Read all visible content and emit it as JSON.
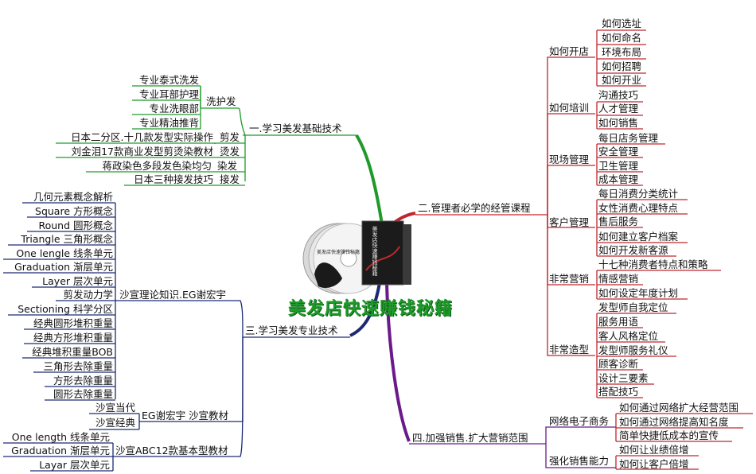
{
  "center": {
    "title": "美发店快速赚钱秘籍",
    "cover_text": "美发店快速赚钱秘籍"
  },
  "colors": {
    "green": "#1f9a2a",
    "red": "#c0262d",
    "navy": "#1c2a73",
    "purple": "#6a1a8a",
    "title": "#1e9a2a"
  },
  "branches": {
    "b1": {
      "label": "一.学习美发基础技术",
      "wash": {
        "label": "洗护发",
        "items": [
          "专业泰式洗发",
          "专业耳部护理",
          "专业洗眼部",
          "专业精油推背"
        ]
      },
      "cut": {
        "label": "剪发",
        "item": "日本二分区.十几款发型实际操作"
      },
      "perm": {
        "label": "烫发",
        "item": "刘金泪17款商业发型剪烫染教材"
      },
      "dye": {
        "label": "染发",
        "item": "蒋政染色多段发色染均匀"
      },
      "ext": {
        "label": "接发",
        "item": "日本三种接发技巧"
      }
    },
    "b2": {
      "label": "二.管理者必学的经管课程",
      "open_store": {
        "label": "如何开店",
        "items": [
          "如何选址",
          "如何命名",
          "环境布局",
          "如何招聘",
          "如何开业"
        ]
      },
      "training": {
        "label": "如何培训",
        "items": [
          "沟通技巧",
          "人才管理",
          "如何销售"
        ]
      },
      "onsite": {
        "label": "现场管理",
        "items": [
          "每日店务管理",
          "安全管理",
          "卫生管理",
          "成本管理"
        ]
      },
      "customer": {
        "label": "客户管理",
        "items": [
          "每日消费分类统计",
          "女性消费心理特点",
          "售后服务",
          "如何建立客户档案",
          "如何开发新客源"
        ]
      },
      "marketing": {
        "label": "非常营销",
        "items": [
          "十七种消费者特点和策略",
          "情感营销",
          "如何设定年度计划"
        ]
      },
      "styling": {
        "label": "非常造型",
        "items": [
          "发型师自我定位",
          "服务用语",
          "客人风格定位",
          "发型师服务礼仪",
          "顾客诊断",
          "设计三要素",
          "搭配技巧"
        ]
      }
    },
    "b3": {
      "label": "三.学习美发专业技术",
      "theory": {
        "label": "沙宣理论知识.EG谢宏宇",
        "items": [
          "几何元素概念解析",
          "Square 方形概念",
          "Round  圆形概念",
          "Triangle  三角形概念",
          "One  lengle  线条单元",
          "Graduation  渐层单元",
          "Layer  层次单元",
          "剪发动力学",
          "Sectioning  科学分区",
          "经典圆形堆积重量",
          "经典方形堆积重量",
          "经典堆积重量BOB",
          "三角形去除重量",
          "方形去除重量",
          "圆形去除重量"
        ]
      },
      "eg": {
        "label": "EG谢宏宇 沙宣教材",
        "items": [
          "沙宣当代",
          "沙宣经典"
        ]
      },
      "abc": {
        "label": "沙宣ABC12款基本型教材",
        "items": [
          "One length 线条单元",
          "Graduation 渐层单元",
          "Layar 层次单元"
        ]
      }
    },
    "b4": {
      "label": "四.加强销售.扩大营销范围",
      "ecommerce": {
        "label": "网络电子商务",
        "items": [
          "如何通过网络扩大经营范围",
          "如何通过网络提高知名度",
          "简单快捷低成本的宣传"
        ]
      },
      "sales": {
        "label": "强化销售能力",
        "items": [
          "如何让业绩倍增",
          "如何让客户倍增"
        ]
      }
    }
  }
}
